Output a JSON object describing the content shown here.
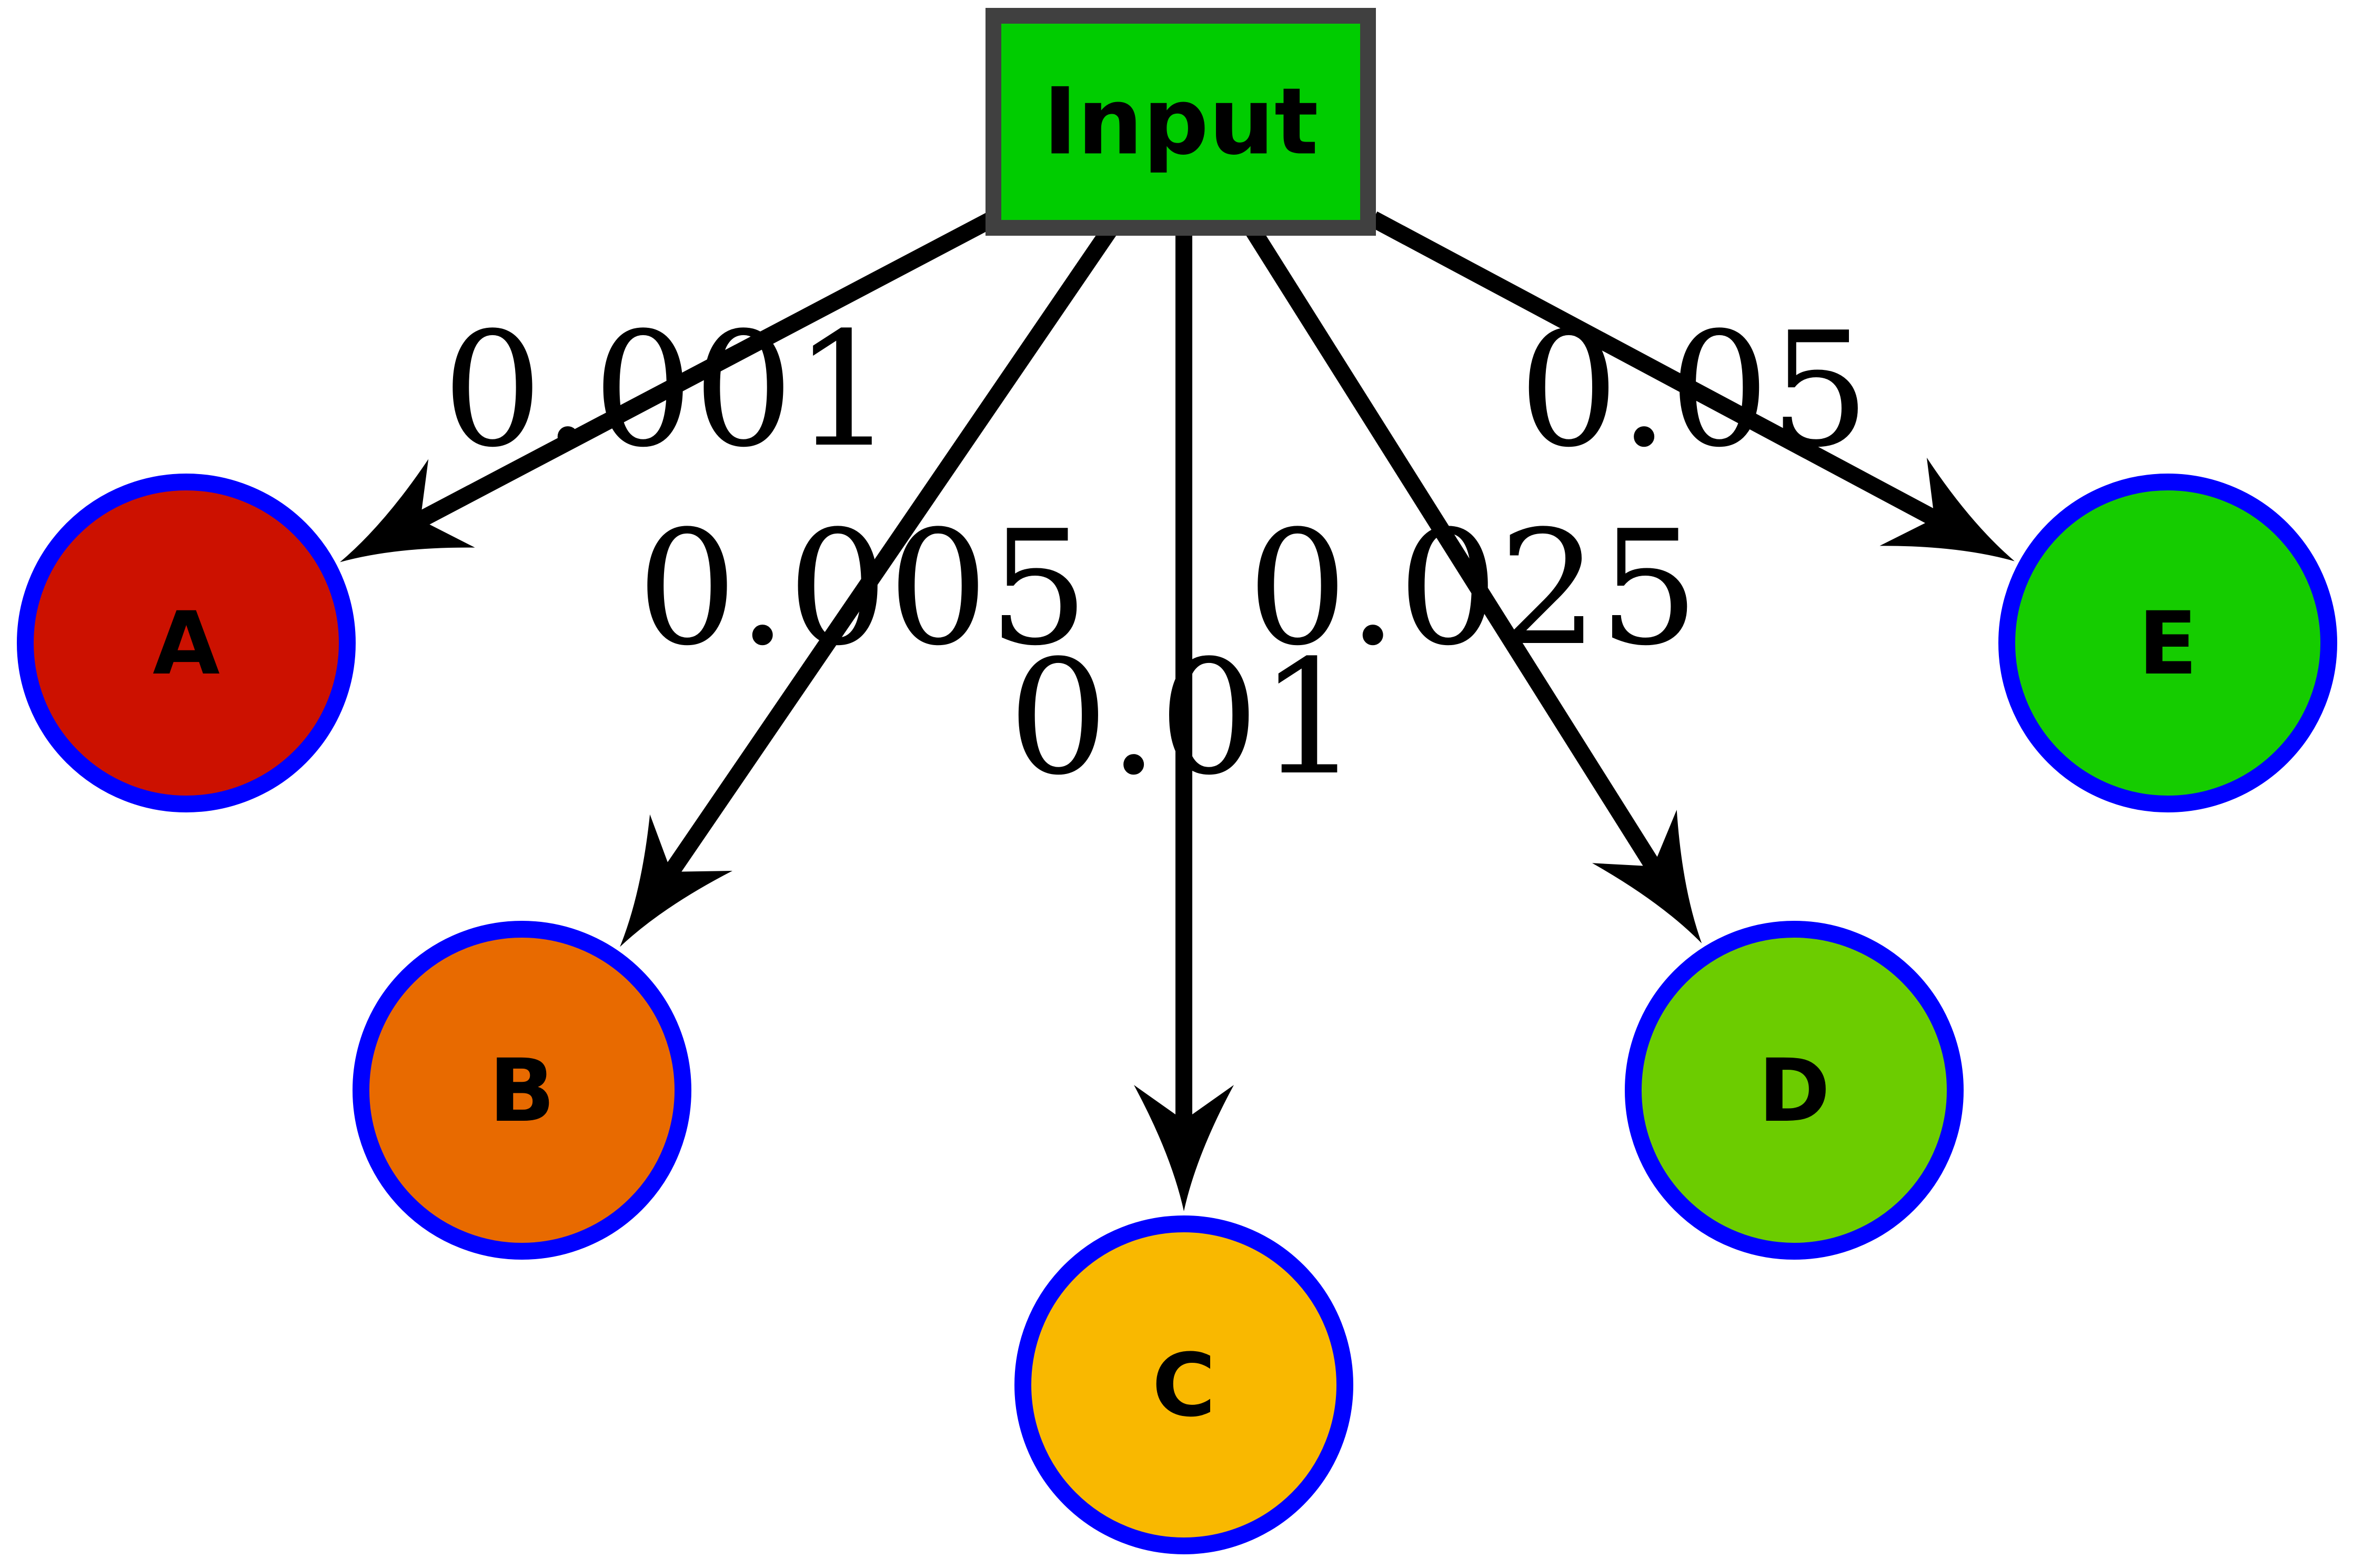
{
  "input_node": {
    "label": "Input",
    "fill": "#00cc00",
    "stroke": "#404040"
  },
  "edge_color": "#000000",
  "node_stroke": "#0000ff",
  "nodes": [
    {
      "id": "A",
      "label": "A",
      "fill": "#cc1100"
    },
    {
      "id": "B",
      "label": "B",
      "fill": "#e86a00"
    },
    {
      "id": "C",
      "label": "C",
      "fill": "#f9b800"
    },
    {
      "id": "D",
      "label": "D",
      "fill": "#6ccc00"
    },
    {
      "id": "E",
      "label": "E",
      "fill": "#15cc00"
    }
  ],
  "edges": [
    {
      "from": "Input",
      "to": "A",
      "label": "0.001"
    },
    {
      "from": "Input",
      "to": "B",
      "label": "0.005"
    },
    {
      "from": "Input",
      "to": "C",
      "label": "0.01"
    },
    {
      "from": "Input",
      "to": "D",
      "label": "0.025"
    },
    {
      "from": "Input",
      "to": "E",
      "label": "0.05"
    }
  ]
}
